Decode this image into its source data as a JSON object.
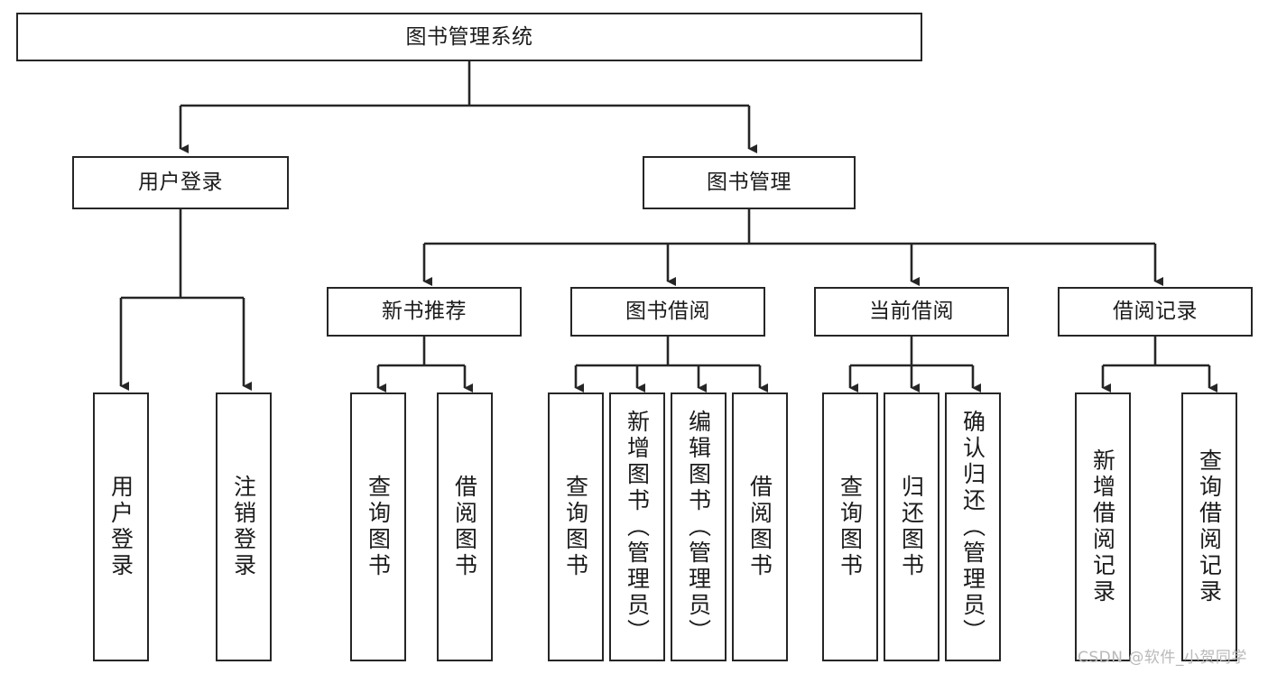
{
  "diagram": {
    "title": "图书管理系统",
    "type": "tree-hierarchy-diagram",
    "colors": {
      "box_border": "#262626",
      "box_fill": "#ffffff",
      "connector": "#262626",
      "text": "#1b1b1b",
      "watermark": "#b9b9b9",
      "background": "#ffffff"
    },
    "root": {
      "label": "图书管理系统"
    },
    "level2": [
      {
        "label": "用户登录"
      },
      {
        "label": "图书管理"
      }
    ],
    "level3": [
      {
        "label": "新书推荐"
      },
      {
        "label": "图书借阅"
      },
      {
        "label": "当前借阅"
      },
      {
        "label": "借阅记录"
      }
    ],
    "leaves": {
      "user_login": [
        {
          "label": "用户登录"
        },
        {
          "label": "注销登录"
        }
      ],
      "new_book": [
        {
          "label": "查询图书"
        },
        {
          "label": "借阅图书"
        }
      ],
      "book_borrow": [
        {
          "label": "查询图书"
        },
        {
          "label": "新增图书（管理员）"
        },
        {
          "label": "编辑图书（管理员）"
        },
        {
          "label": "借阅图书"
        }
      ],
      "current_borrow": [
        {
          "label": "查询图书"
        },
        {
          "label": "归还图书"
        },
        {
          "label": "确认归还（管理员）"
        }
      ],
      "borrow_record": [
        {
          "label": "新增借阅记录"
        },
        {
          "label": "查询借阅记录"
        }
      ]
    }
  },
  "watermark": {
    "text": "CSDN @软件_小贺同学"
  }
}
